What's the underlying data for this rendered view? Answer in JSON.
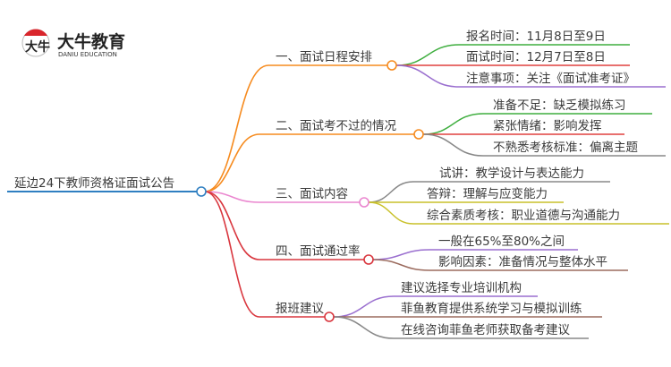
{
  "logo": {
    "name_cn": "大牛教育",
    "name_en": "DANIU EDUCATION",
    "mark": "大牛"
  },
  "root": {
    "label": "延边24下教师资格证面试公告",
    "color": "#2f7fc1"
  },
  "branches": [
    {
      "label": "一、面试日程安排",
      "color": "#f68b1f",
      "children": [
        {
          "label": "报名时间：11月8日至9日",
          "color": "#3fae3f"
        },
        {
          "label": "面试时间：12月7日至8日",
          "color": "#e0403f"
        },
        {
          "label": "注意事项：关注《面试准考证》",
          "color": "#9a6fcf"
        }
      ]
    },
    {
      "label": "二、面试考不过的情况",
      "color": "#f68b1f",
      "children": [
        {
          "label": "准备不足：缺乏模拟练习",
          "color": "#3fae3f"
        },
        {
          "label": "紧张情绪：影响发挥",
          "color": "#e0403f"
        },
        {
          "label": "不熟悉考核标准：偏离主题",
          "color": "#888888"
        }
      ]
    },
    {
      "label": "三、面试内容",
      "color": "#ea86cf",
      "children": [
        {
          "label": "试讲：教学设计与表达能力",
          "color": "#888888"
        },
        {
          "label": "答辩：理解与应变能力",
          "color": "#c9c12a"
        },
        {
          "label": "综合素质考核：职业道德与沟通能力",
          "color": "#c9c12a"
        }
      ]
    },
    {
      "label": "四、面试通过率",
      "color": "#d9363e",
      "children": [
        {
          "label": "一般在65%至80%之间",
          "color": "#9a6fcf"
        },
        {
          "label": "影响因素：准备情况与整体水平",
          "color": "#9b6b5e"
        }
      ]
    },
    {
      "label": "报班建议",
      "color": "#d9363e",
      "children": [
        {
          "label": "建议选择专业培训机构",
          "color": "#9a6fcf"
        },
        {
          "label": "菲鱼教育提供系统学习与模拟训练",
          "color": "#9b6b5e"
        },
        {
          "label": "在线咨询菲鱼老师获取备考建议",
          "color": "#888888"
        }
      ]
    }
  ]
}
